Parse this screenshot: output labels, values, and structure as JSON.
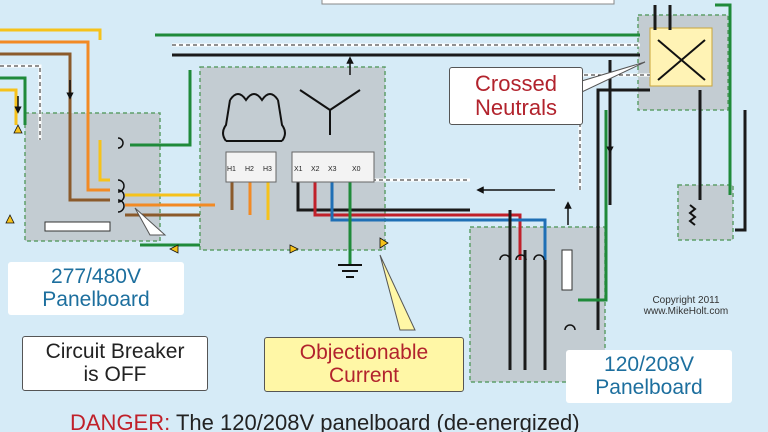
{
  "labels": {
    "crossed_neutrals": [
      "Crossed",
      "Neutrals"
    ],
    "panel_277": [
      "277/480V",
      "Panelboard"
    ],
    "circuit_breaker": [
      "Circuit Breaker",
      "is OFF"
    ],
    "objectionable": [
      "Objectionable",
      "Current"
    ],
    "panel_120": [
      "120/208V",
      "Panelboard"
    ],
    "copyright": [
      "Copyright 2011",
      "www.MikeHolt.com"
    ],
    "danger_word": "DANGER:",
    "danger_text": "The 120/208V panelboard (de-energized)"
  },
  "terminals": {
    "primary": [
      "H1",
      "H2",
      "H3"
    ],
    "secondary": [
      "X1",
      "X2",
      "X3"
    ],
    "neutral": "X0"
  },
  "colors": {
    "background": "#d6ebf7",
    "enclosure": "#c3ccd2",
    "enclosure_border": "#5f9f6a",
    "phase_orange": "#f28a24",
    "phase_yellow": "#f6c21b",
    "phase_brown": "#8b5a2b",
    "phase_black": "#1a1a1a",
    "phase_red": "#c0202a",
    "phase_blue": "#1f6fb5",
    "ground_green": "#1f8a3a",
    "neutral_white": "#ffffff",
    "danger_red": "#c0202a",
    "callout_yellow": "#fff7a6"
  }
}
